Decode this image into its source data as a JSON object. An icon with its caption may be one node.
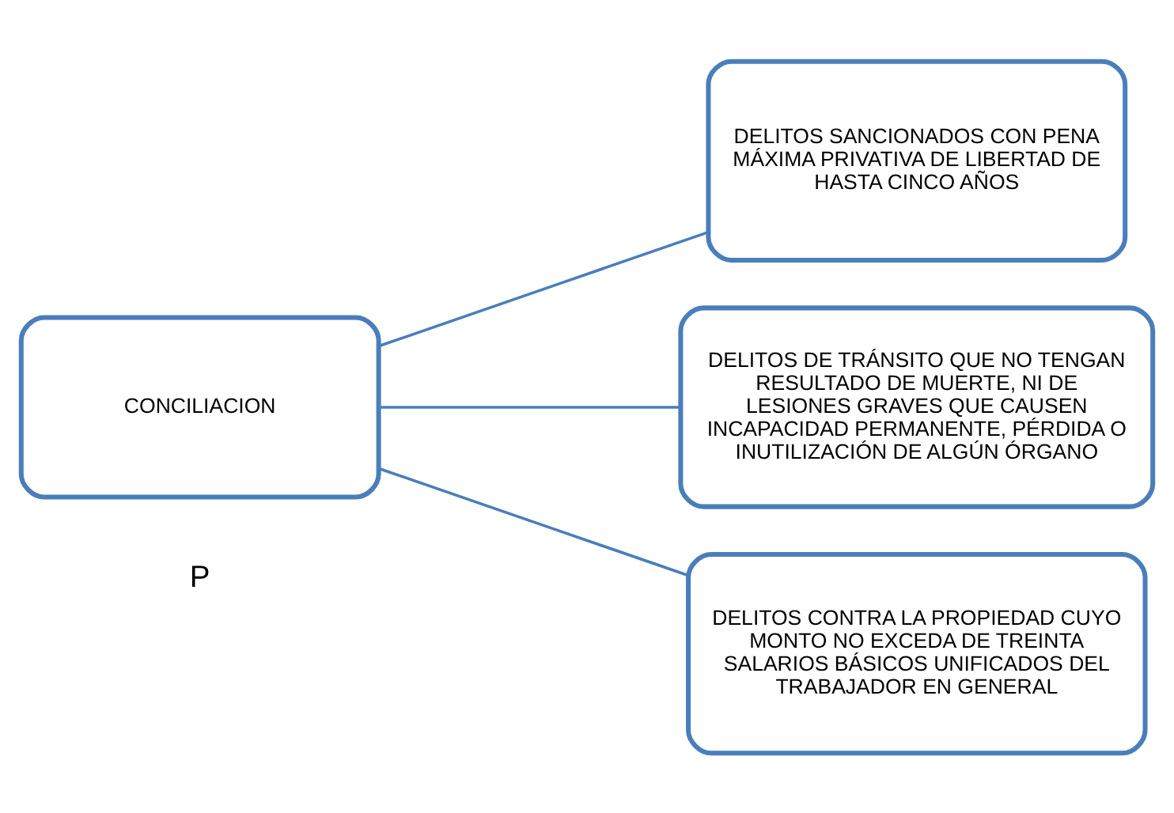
{
  "diagram": {
    "nodes": [
      {
        "text": [
          "CONCILIACION"
        ]
      },
      {
        "text": [
          "DELITOS SANCIONADOS CON PENA MÁXIMA PRIVATIVA DE LIBERTAD DE HASTA CINCO AÑOS"
        ]
      },
      {
        "text": [
          "DELITOS DE TRÁNSITO QUE NO TENGAN RESULTADO DE MUERTE, NI DE LESIONES GRAVES QUE CAUSEN INCAPACIDAD PERMANENTE, PÉRDIDA O INUTILIZACIÓN DE ALGÚN ÓRGANO"
        ]
      },
      {
        "text": [
          "DELITOS CONTRA LA PROPIEDAD CUYO MONTO NO EXCEDA DE TREINTA SALARIOS BÁSICOS UNIFICADOS DEL TRABAJADOR EN GENERAL"
        ]
      }
    ],
    "edges": [
      {
        "from": 0,
        "to": 1,
        "arrow": "none"
      },
      {
        "from": 0,
        "to": 2,
        "arrow": "none"
      },
      {
        "from": 0,
        "to": 3,
        "arrow": "none"
      }
    ],
    "labels": [
      "P"
    ]
  }
}
